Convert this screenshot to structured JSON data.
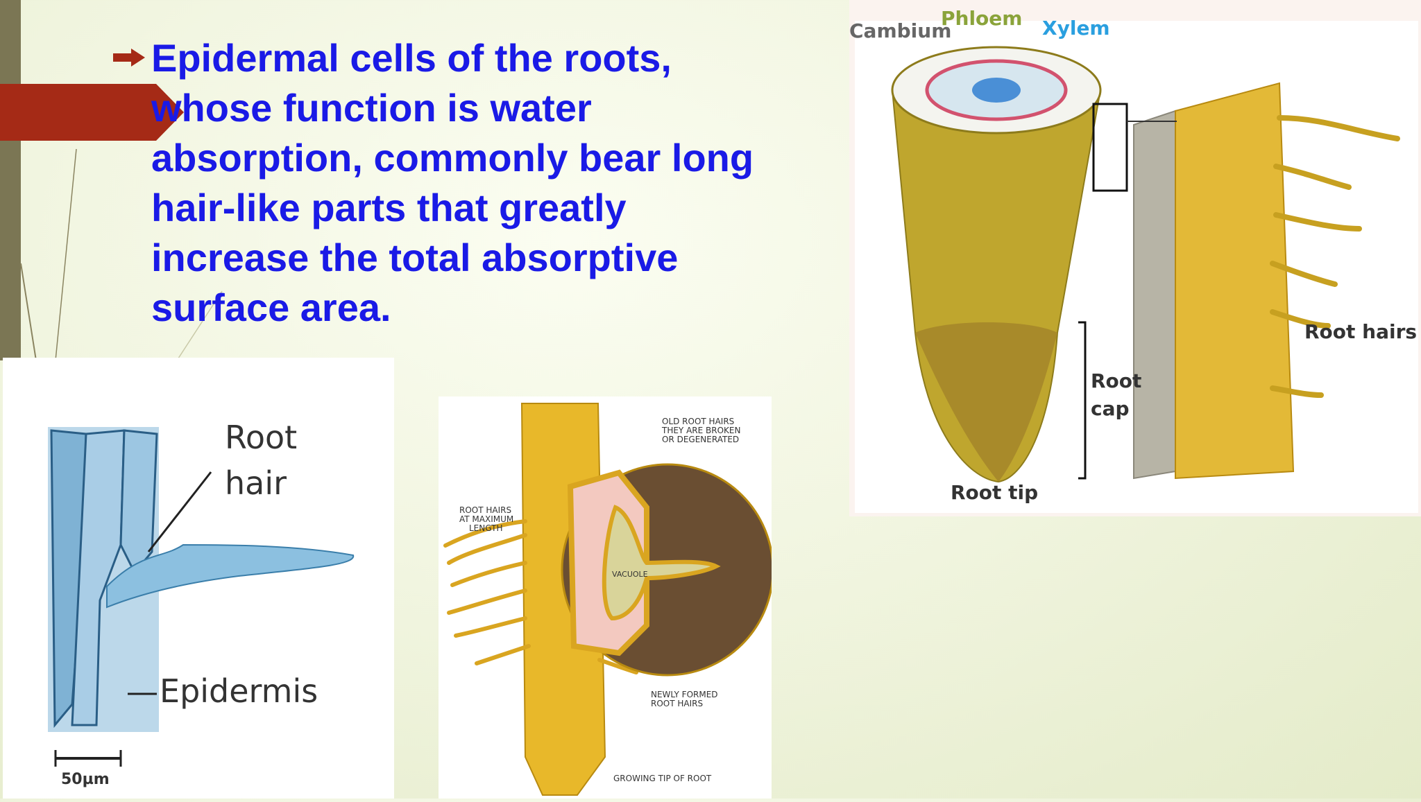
{
  "slide": {
    "bullet_text": "Epidermal cells of the roots, whose function is water absorption, commonly bear long hair-like parts that greatly increase the total absorptive surface area.",
    "colors": {
      "text": "#1a1ae6",
      "banner": "#a52a16",
      "left_bar": "#7b7654"
    }
  },
  "micrograph": {
    "label_root_hair_1": "Root",
    "label_root_hair_2": "hair",
    "label_epidermis": "Epidermis",
    "scale": "50µm"
  },
  "root_illustration": {
    "old_hairs_1": "OLD ROOT HAIRS",
    "old_hairs_2": "THEY ARE BROKEN",
    "old_hairs_3": "OR DEGENERATED",
    "max_len_1": "ROOT HAIRS",
    "max_len_2": "AT MAXIMUM",
    "max_len_3": "LENGTH",
    "vacuole": "VACUOLE",
    "newly_1": "NEWLY FORMED",
    "newly_2": "ROOT HAIRS",
    "growing_tip": "GROWING TIP OF ROOT"
  },
  "root_section": {
    "cambium": "Cambium",
    "phloem": "Phloem",
    "xylem": "Xylem",
    "root_cap_1": "Root",
    "root_cap_2": "cap",
    "root_tip": "Root tip",
    "root_hairs": "Root hairs"
  }
}
